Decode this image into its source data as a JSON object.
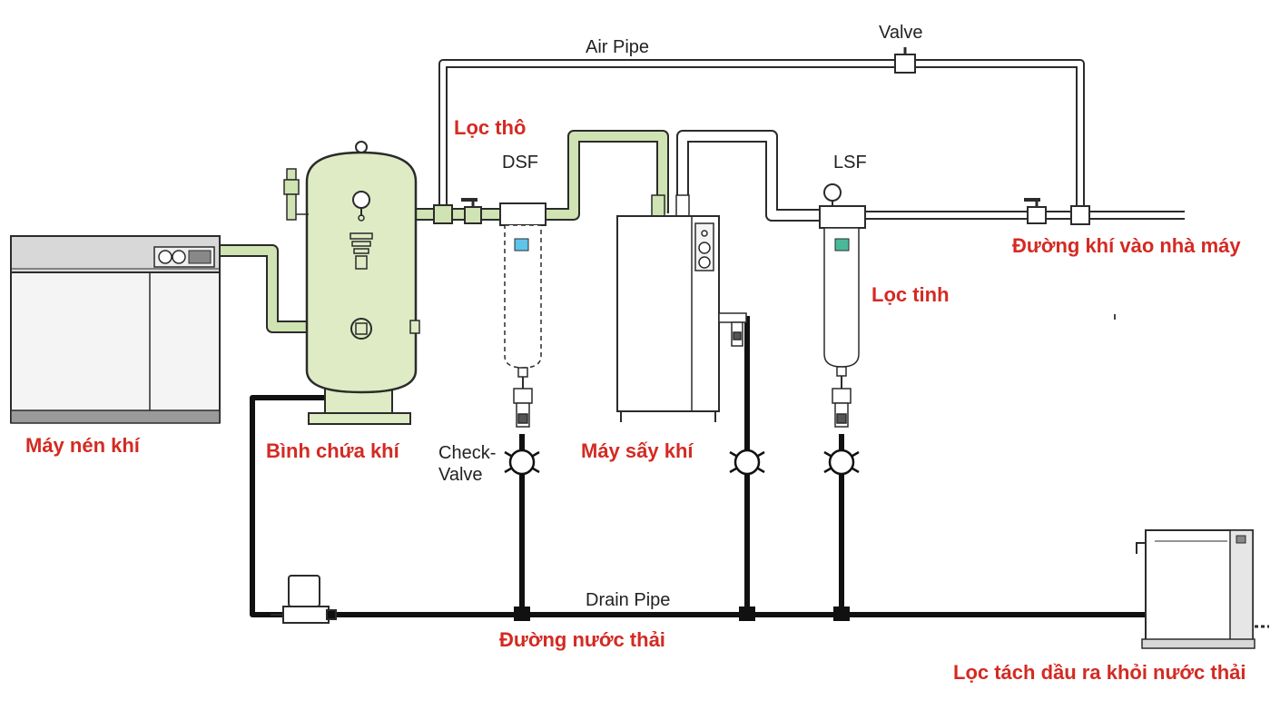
{
  "labels": {
    "air_pipe": "Air Pipe",
    "valve": "Valve",
    "dsf": "DSF",
    "lsf": "LSF",
    "check_valve_1": "Check-",
    "check_valve_2": "Valve",
    "drain_pipe": "Drain Pipe",
    "loc_tho": "Lọc thô",
    "loc_tinh": "Lọc tinh",
    "duong_khi": "Đường khí vào nhà máy",
    "may_nen_khi": "Máy nén khí",
    "binh_chua_khi": "Bình chứa khí",
    "may_say_khi": "Máy sấy khí",
    "duong_nuoc_thai": "Đường nước thải",
    "loc_tach_dau": "Lọc tách dầu ra khỏi nước thải"
  },
  "colors": {
    "pipe_green": "#cfe3b3",
    "tank_green": "#deebc4",
    "outline": "#2b2b2b",
    "drain_pipe": "#111111",
    "label_red": "#d42a22",
    "filter_dsf_marker": "#5ec4ea",
    "filter_lsf_marker": "#49b99a"
  }
}
